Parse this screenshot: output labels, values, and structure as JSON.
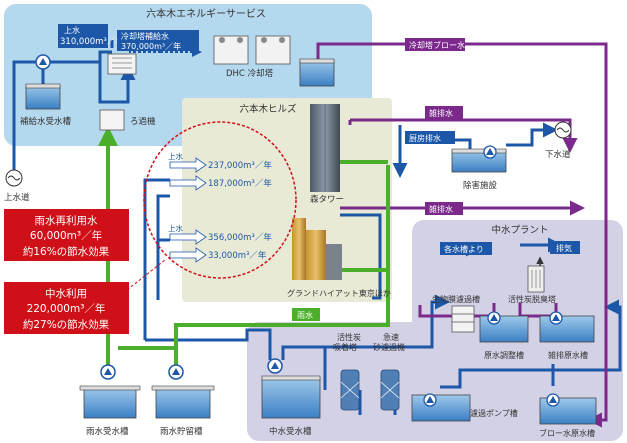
{
  "regions": {
    "energy_service": "六本木エネルギーサービス",
    "hills": "六本木ヒルズ",
    "graywater_plant": "中水プラント"
  },
  "energy": {
    "tap_water_label": "上水",
    "tap_water_value": "310,000m³／年",
    "cooling_makeup_label": "冷却塔補給水",
    "cooling_makeup_value": "370,000m³／年",
    "dhc_label": "DHC 冷却塔",
    "supply_tank_label": "補給水受水槽",
    "filter_label": "ろ過機",
    "city_water_label": "上水道",
    "blowdown_label": "冷却塔ブロー水"
  },
  "flows": {
    "mixed_drain": "雑排水",
    "kitchen_drain": "厨房排水",
    "sewer": "下水道",
    "grease_trap": "除害施設",
    "rainwater": "雨水",
    "from_tank": "各水槽より",
    "exhaust": "排気"
  },
  "hills": {
    "upper_label_1": "上水",
    "upper_value_1": "237,000m³／年",
    "upper_value_2": "187,000m³／年",
    "upper_label_2": "上水",
    "lower_value_1": "356,000m³／年",
    "lower_value_2": "33,000m³／年",
    "mori_tower": "森タワー",
    "grand_hyatt": "グランドハイアット東京ほか"
  },
  "callouts": {
    "rain_reuse_title": "雨水再利用水",
    "rain_reuse_value": "60,000m³／年",
    "rain_reuse_effect": "約16%の節水効果",
    "gray_use_title": "中水利用",
    "gray_use_value": "220,000m³／年",
    "gray_use_effect": "約27%の節水効果"
  },
  "tanks": {
    "rain_receiving": "雨水受水槽",
    "rain_storage": "雨水貯留槽",
    "gray_receiving": "中水受水槽",
    "transfer_pump": "濾過ポンプ槽",
    "blow_raw": "ブロー水原水槽",
    "raw_adjust": "原水調整槽",
    "mixed_raw": "雑排原水槽",
    "carbon_tower": "活性炭\n吸着塔",
    "rapid_filter": "急速\n砂濾過機",
    "bio_filter": "生物膜濾過槽",
    "deodor": "活性炭脱臭塔"
  }
}
